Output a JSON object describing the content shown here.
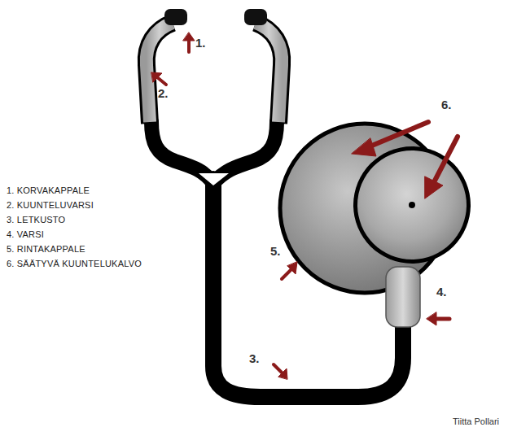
{
  "diagram": {
    "labels": [
      "1.",
      "2.",
      "3.",
      "4.",
      "5.",
      "6.",
      "1. KORVAKAPPALE",
      "2. KUUNTELUVARSI",
      "3. LETKUSTO",
      "4. VARSI",
      "5. RINTAKAPPALE",
      "6. SÄÄTYVÄ KUUNTELUKALVO",
      "Tiitta Pollari"
    ]
  }
}
